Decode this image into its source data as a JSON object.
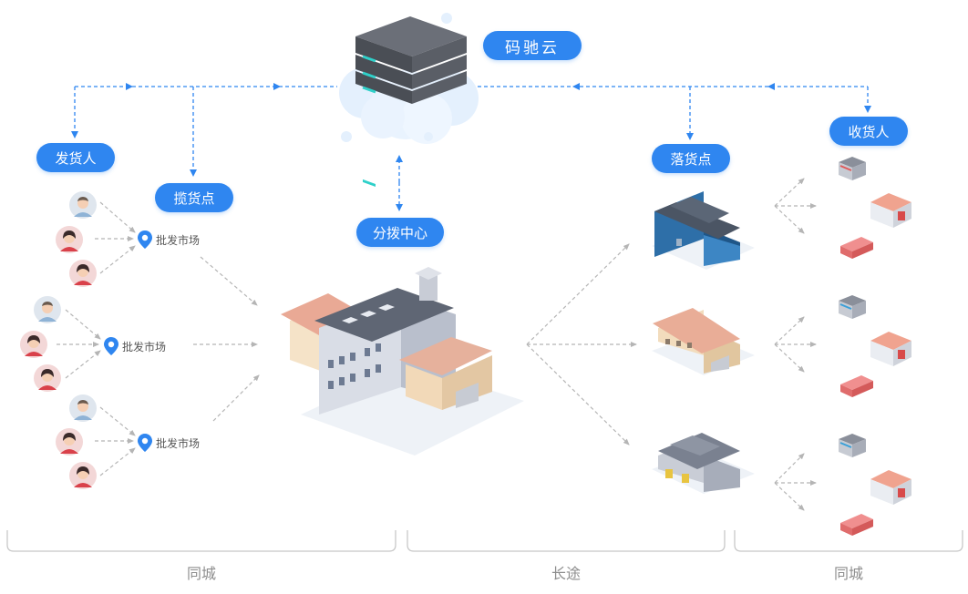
{
  "nodes": {
    "cloud": "码驰云",
    "shipper": "发货人",
    "pickup": "揽货点",
    "hub": "分拨中心",
    "dropoff": "落货点",
    "receiver": "收货人"
  },
  "markets": [
    {
      "label": "批发市场",
      "icon": "location-pin-icon"
    },
    {
      "label": "批发市场",
      "icon": "location-pin-icon"
    },
    {
      "label": "批发市场",
      "icon": "location-pin-icon"
    }
  ],
  "regions": [
    {
      "label": "同城"
    },
    {
      "label": "长途"
    },
    {
      "label": "同城"
    }
  ],
  "colors": {
    "accent": "#2f86f0",
    "flow_line": "#2f86f0",
    "arrow_gray": "#b5b5b5",
    "bracket": "#c8c8c8"
  }
}
